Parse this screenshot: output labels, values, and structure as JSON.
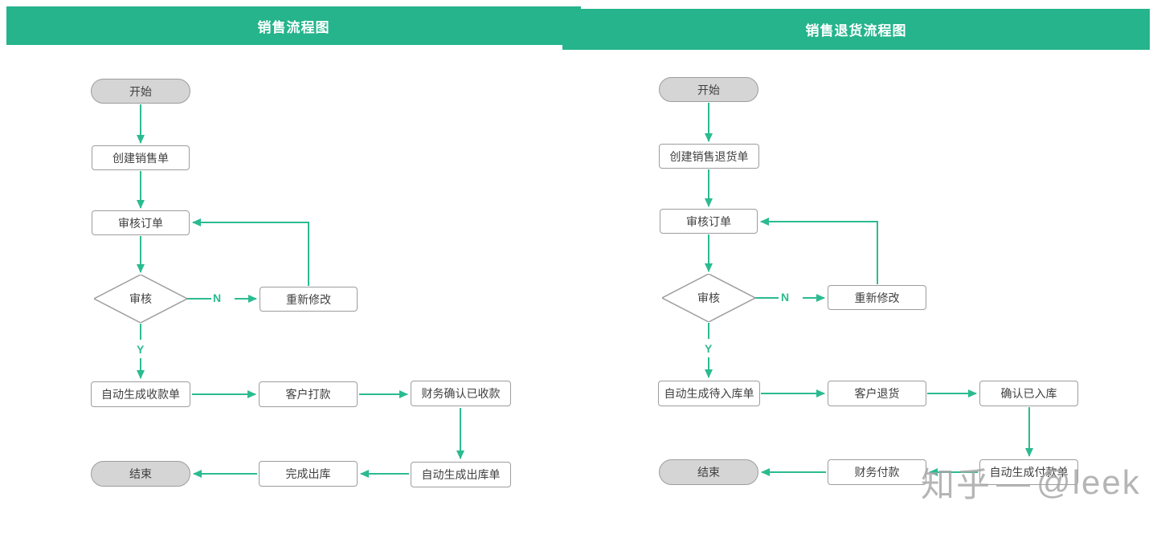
{
  "colors": {
    "header_bg": "#25b48c",
    "arrow": "#2bbb91",
    "node_border": "#9d9d9d",
    "node_text": "#404040",
    "terminal_fill": "#d5d5d5",
    "watermark": "#a6a6a6"
  },
  "left_chart": {
    "title": "销售流程图",
    "nodes": {
      "start": {
        "label": "开始"
      },
      "create_order": {
        "label": "创建销售单"
      },
      "review_order": {
        "label": "审核订单"
      },
      "review_decision": {
        "label": "审核"
      },
      "modify": {
        "label": "重新修改"
      },
      "gen_receipt": {
        "label": "自动生成收款单"
      },
      "customer_pay": {
        "label": "客户打款"
      },
      "finance_confirm": {
        "label": "财务确认已收款"
      },
      "gen_outbound": {
        "label": "自动生成出库单"
      },
      "complete_outbound": {
        "label": "完成出库"
      },
      "end": {
        "label": "结束"
      }
    },
    "branch_labels": {
      "no": "N",
      "yes": "Y"
    },
    "edges": [
      "开始 → 创建销售单",
      "创建销售单 → 审核订单",
      "审核订单 → 审核",
      "审核 —N→ 重新修改",
      "重新修改 → 审核订单",
      "审核 —Y→ 自动生成收款单",
      "自动生成收款单 → 客户打款",
      "客户打款 → 财务确认已收款",
      "财务确认已收款 → 自动生成出库单",
      "自动生成出库单 → 完成出库",
      "完成出库 → 结束"
    ]
  },
  "right_chart": {
    "title": "销售退货流程图",
    "nodes": {
      "start": {
        "label": "开始"
      },
      "create_return": {
        "label": "创建销售退货单"
      },
      "review_order": {
        "label": "审核订单"
      },
      "review_decision": {
        "label": "审核"
      },
      "modify": {
        "label": "重新修改"
      },
      "gen_pending_inbound": {
        "label": "自动生成待入库单"
      },
      "customer_return": {
        "label": "客户退货"
      },
      "confirm_inbound": {
        "label": "确认已入库"
      },
      "gen_payment": {
        "label": "自动生成付款单"
      },
      "finance_pay": {
        "label": "财务付款"
      },
      "end": {
        "label": "结束"
      }
    },
    "branch_labels": {
      "no": "N",
      "yes": "Y"
    },
    "edges": [
      "开始 → 创建销售退货单",
      "创建销售退货单 → 审核订单",
      "审核订单 → 审核",
      "审核 —N→ 重新修改",
      "重新修改 → 审核订单",
      "审核 —Y→ 自动生成待入库单",
      "自动生成待入库单 → 客户退货",
      "客户退货 → 确认已入库",
      "确认已入库 → 自动生成付款单",
      "自动生成付款单 → 财务付款",
      "财务付款 → 结束"
    ]
  },
  "watermark": {
    "brand": "知乎",
    "separator": "—",
    "handle": "@leek"
  }
}
